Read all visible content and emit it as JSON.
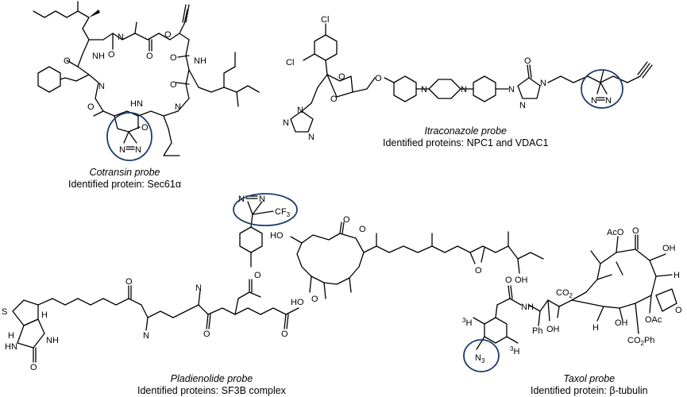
{
  "probes": [
    {
      "name": "Cotransin probe",
      "proteins_label": "Identified protein:",
      "proteins": "Sec61α"
    },
    {
      "name": "Itraconazole probe",
      "proteins_label": "Identified proteins:",
      "proteins": "NPC1 and VDAC1"
    },
    {
      "name": "Pladienolide probe",
      "proteins_label": "Identified proteins:",
      "proteins": "SF3B complex"
    },
    {
      "name": "Taxol probe",
      "proteins_label": "Identified protein:",
      "proteins": "β-tubulin"
    }
  ],
  "atom_labels": {
    "N": "N",
    "NH": "NH",
    "HN": "HN",
    "O": "O",
    "Cl": "Cl",
    "S": "S",
    "H": "H",
    "HO": "HO",
    "OH": "OH",
    "Ph": "Ph",
    "OAc": "OAc",
    "AcO": "AcO",
    "CO2": "CO",
    "sub2": "2",
    "CO2Ph": "CO",
    "Ph_suffix": "Ph",
    "CF3": "CF",
    "sub3": "3",
    "N3": "N",
    "tritium": "3"
  },
  "highlight_color": "#1f3b6e"
}
